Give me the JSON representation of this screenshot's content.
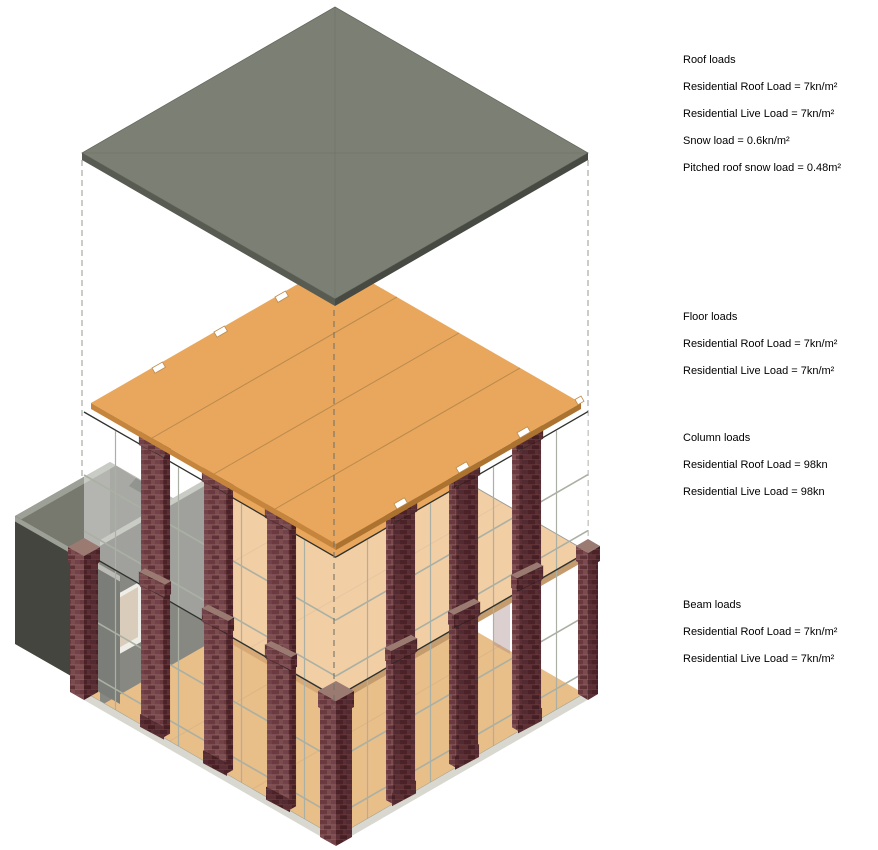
{
  "annotations": {
    "roof": {
      "title": "Roof loads",
      "lines": [
        "Residential Roof Load = 7kn/m²",
        "Residential Live Load = 7kn/m²",
        "Snow load = 0.6kn/m²",
        "Pitched roof snow load = 0.48m²"
      ]
    },
    "floor": {
      "title": "Floor loads",
      "lines": [
        "Residential Roof Load = 7kn/m²",
        "Residential Live Load = 7kn/m²"
      ]
    },
    "column": {
      "title": "Column loads",
      "lines": [
        "Residential Roof Load = 98kn",
        "Residential Live Load = 98kn"
      ]
    },
    "beam": {
      "title": "Beam loads",
      "lines": [
        "Residential Roof Load = 7kn/m²",
        "Residential Live Load = 7kn/m²"
      ]
    }
  },
  "scene": {
    "view": "exploded-axonometric-building",
    "elements": [
      "roof-slab",
      "floor-plank-slab",
      "second-floor-slab",
      "curtain-wall-shell",
      "brick-columns",
      "stair-core",
      "projection-lines"
    ]
  },
  "colors": {
    "background": "#ffffff",
    "roof_top": "#7c7f73",
    "roof_side": "#585b52",
    "roof_side_dark": "#474a43",
    "slab_top": "#e8a75c",
    "slab_edge": "#c5853c",
    "slab_edge_dark": "#ab7230",
    "floor_top": "#dfa256",
    "brick": "#7b4b4e",
    "brick_dark": "#5a2e33",
    "brick_cap": "#9b7a72",
    "glass_mullion": "#aab0a3",
    "glass_frame_dark": "#2f312c",
    "plinth": "#d8d8d1",
    "core_dark": "#43453e",
    "core_mid": "#53554d",
    "core_light": "#9da096",
    "core_inner": "#77796f",
    "core_inner_dark": "#616359",
    "core_shadow": "#313329",
    "door": "#cbb79e",
    "door_frame": "#e9e6dd",
    "dash": "#a9a9a4",
    "dash_dark": "#73736a",
    "seam": "#b98a4e"
  }
}
